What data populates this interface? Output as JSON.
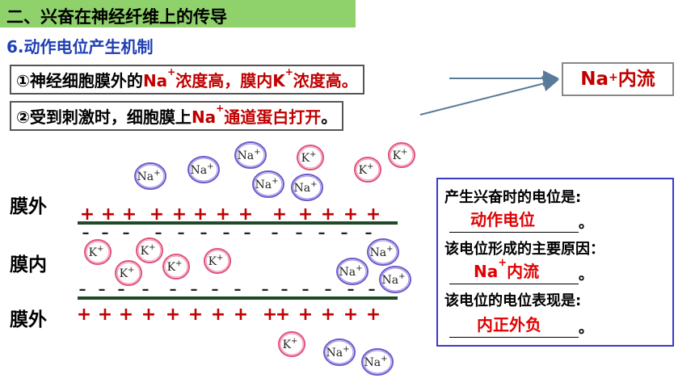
{
  "header": {
    "title": "二、兴奋在神经纤维上的传导",
    "subtitle": "6.动作电位产生机制"
  },
  "statements": {
    "s1_prefix": "①神经细胞膜外的",
    "s1_na": "Na",
    "s1_mid": "浓度高，膜内",
    "s1_k": "K",
    "s1_suffix": "浓度高。",
    "s1_end": "。",
    "s2_prefix": "②受到刺激时，细胞膜上",
    "s2_na": "Na",
    "s2_channel": "通道蛋白打开",
    "s2_end": "。",
    "plus": "+"
  },
  "result": {
    "na": "Na",
    "plus": "+",
    "text": "内流"
  },
  "membrane_labels": {
    "outside_top": "膜外",
    "inside": "膜内",
    "outside_bottom": "膜外"
  },
  "ions": {
    "na_label": "Na",
    "k_label": "K",
    "plus": "+",
    "outside_top": [
      "Na",
      "Na",
      "Na",
      "K",
      "K",
      "K",
      "Na",
      "Na"
    ],
    "inside": [
      "K",
      "K",
      "K",
      "K",
      "K",
      "Na",
      "Na",
      "Na"
    ],
    "outside_bottom": [
      "K",
      "Na",
      "Na"
    ]
  },
  "charges": {
    "plus": "+",
    "minus": "–"
  },
  "panel": {
    "q1": "产生兴奋时的电位是:",
    "a1": "动作电位",
    "q2": "该电位形成的主要原因：",
    "a2_na": "Na",
    "a2_plus": "+",
    "a2_text": "内流",
    "q3": "该电位的电位表现是:",
    "a3": "内正外负",
    "period": "。"
  },
  "colors": {
    "title_bg": "#8fd16a",
    "subtitle": "#1f3fb3",
    "emphasis_red": "#c00000",
    "membrane": "#1f4a2a",
    "na_ring": "#6a5acd",
    "k_ring": "#e0507a",
    "panel_border": "#3a3ac8"
  }
}
